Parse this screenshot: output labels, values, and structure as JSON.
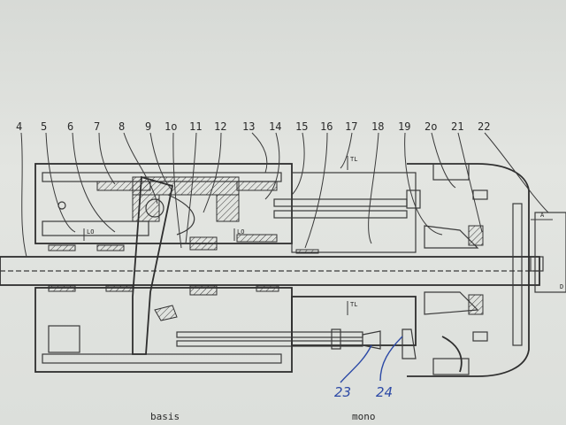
{
  "part_numbers": [
    "4",
    "5",
    "6",
    "7",
    "8",
    "9",
    "1o",
    "11",
    "12",
    "13",
    "14",
    "15",
    "16",
    "17",
    "18",
    "19",
    "2o",
    "21",
    "22"
  ],
  "handwritten_labels": [
    "23",
    "24"
  ],
  "annotations": {
    "tl_top": "TL",
    "tl_bottom": "TL",
    "lo_left": "LO",
    "lo_mid": "LO",
    "edge_a": "A",
    "edge_d": "D"
  },
  "captions": {
    "left": "basis",
    "right": "mono"
  }
}
